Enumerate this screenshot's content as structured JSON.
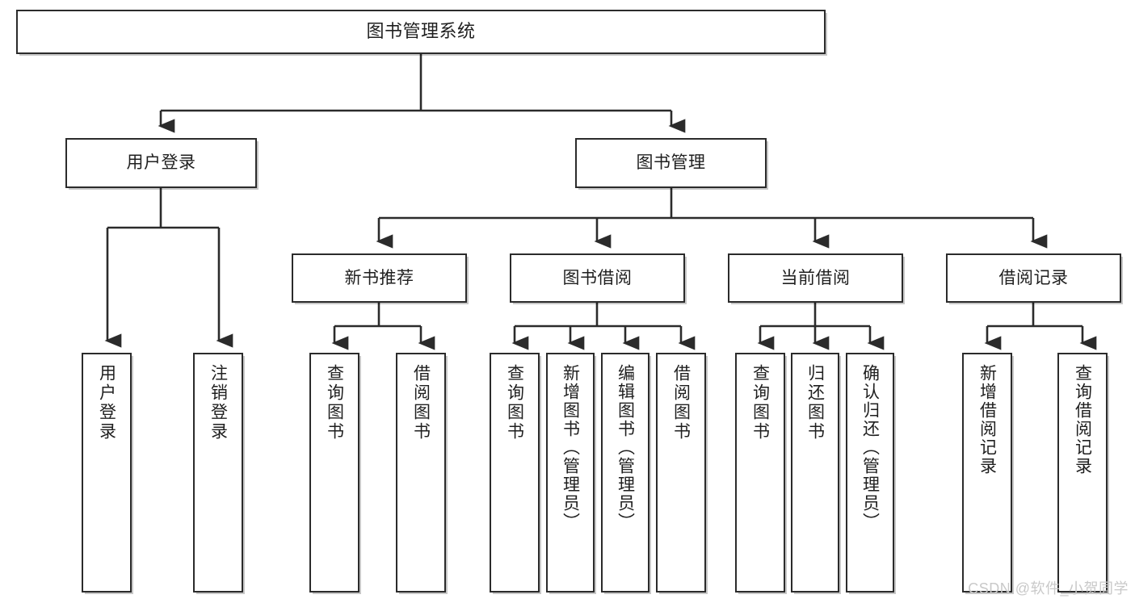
{
  "diagram": {
    "title": "图书管理系统",
    "type": "hierarchy-tree",
    "watermark": "CSDN @软件_小贺同学",
    "colors": {
      "box_border": "#2b2b2b",
      "box_fill": "#ffffff",
      "connector": "#2b2b2b",
      "text": "#1f1f1f",
      "watermark": "#c9c9c9"
    },
    "levels": {
      "level1": [
        {
          "id": "root",
          "label": "图书管理系统"
        }
      ],
      "level2": [
        {
          "id": "user-login",
          "label": "用户登录"
        },
        {
          "id": "book-mgmt",
          "label": "图书管理"
        }
      ],
      "level3": [
        {
          "id": "new-book-rec",
          "label": "新书推荐",
          "parent": "book-mgmt"
        },
        {
          "id": "book-borrow",
          "label": "图书借阅",
          "parent": "book-mgmt"
        },
        {
          "id": "current-borrow",
          "label": "当前借阅",
          "parent": "book-mgmt"
        },
        {
          "id": "borrow-record",
          "label": "借阅记录",
          "parent": "book-mgmt"
        }
      ],
      "leaves": [
        {
          "id": "leaf-user-login",
          "label": "用户登录",
          "parent": "user-login"
        },
        {
          "id": "leaf-logout",
          "label": "注销登录",
          "parent": "user-login"
        },
        {
          "id": "leaf-query-book-1",
          "label": "查询图书",
          "parent": "new-book-rec"
        },
        {
          "id": "leaf-borrow-book-1",
          "label": "借阅图书",
          "parent": "new-book-rec"
        },
        {
          "id": "leaf-query-book-2",
          "label": "查询图书",
          "parent": "book-borrow"
        },
        {
          "id": "leaf-add-book",
          "label": "新增图书（管理员）",
          "parent": "book-borrow"
        },
        {
          "id": "leaf-edit-book",
          "label": "编辑图书（管理员）",
          "parent": "book-borrow"
        },
        {
          "id": "leaf-borrow-book-2",
          "label": "借阅图书",
          "parent": "book-borrow"
        },
        {
          "id": "leaf-query-book-3",
          "label": "查询图书",
          "parent": "current-borrow"
        },
        {
          "id": "leaf-return-book",
          "label": "归还图书",
          "parent": "current-borrow"
        },
        {
          "id": "leaf-confirm-return",
          "label": "确认归还（管理员）",
          "parent": "current-borrow"
        },
        {
          "id": "leaf-add-record",
          "label": "新增借阅记录",
          "parent": "borrow-record"
        },
        {
          "id": "leaf-query-record",
          "label": "查询借阅记录",
          "parent": "borrow-record"
        }
      ]
    }
  }
}
